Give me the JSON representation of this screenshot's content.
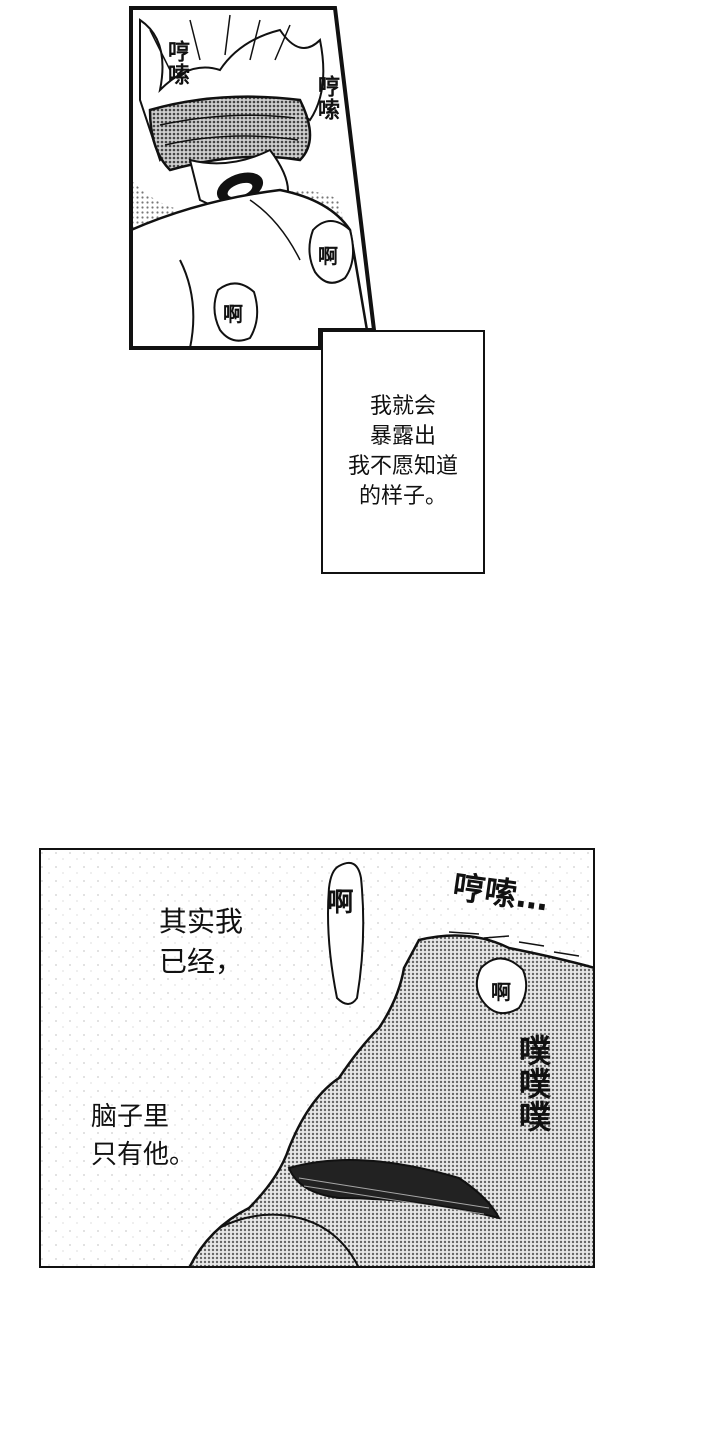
{
  "panel_top": {
    "sfx_left": "哼嗦",
    "sfx_right": "哼嗦",
    "moan_1": "啊",
    "moan_2": "啊"
  },
  "narration_box": {
    "text": "我就会\n暴露出\n我不愿知道\n的样子。"
  },
  "panel_bottom": {
    "moan_vertical": "啊",
    "sfx_top": "哼嗦…",
    "moan_bubble": "啊",
    "sfx_side": "噗噗噗",
    "narration_1": "其实我\n已经，",
    "narration_2": "脑子里\n只有他。"
  },
  "colors": {
    "ink": "#111111",
    "paper": "#ffffff",
    "screentone": "#8a8a8a"
  }
}
